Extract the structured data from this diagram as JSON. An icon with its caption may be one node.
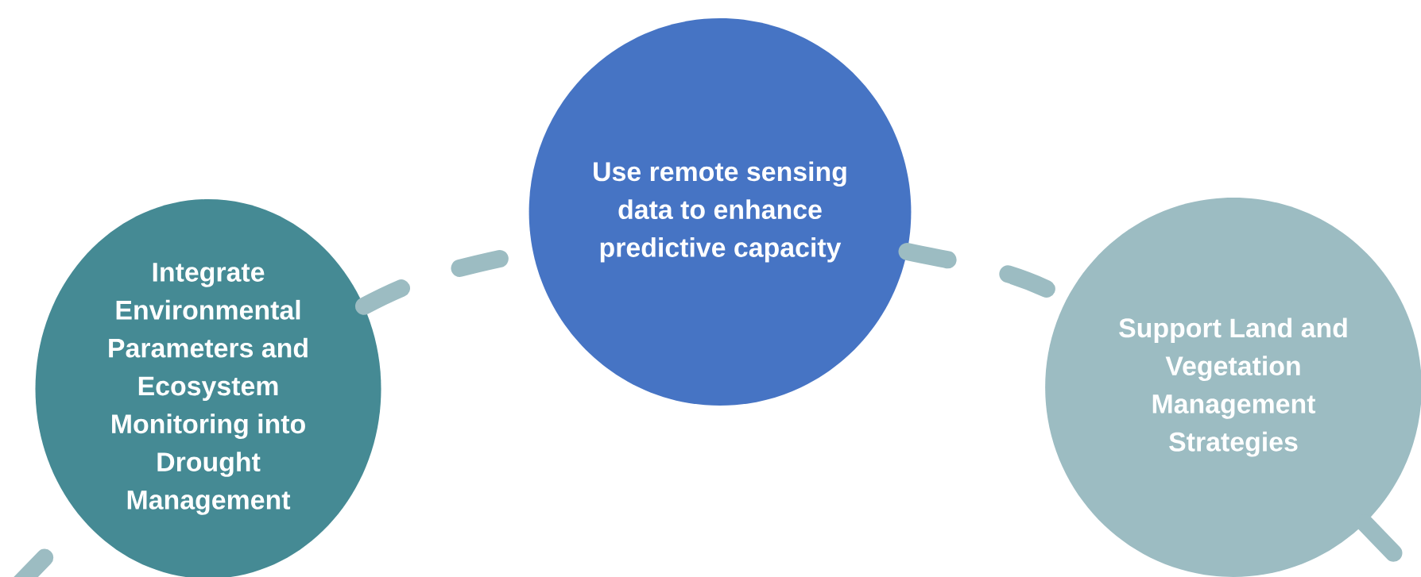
{
  "diagram": {
    "nodes": [
      {
        "text": [
          "Integrate Environmental Parameters and Ecosystem Monitoring into Drought Management"
        ]
      },
      {
        "text": [
          "Use remote sensing data to enhance predictive capacity"
        ]
      },
      {
        "text": [
          "Support Land and Vegetation Management Strategies"
        ]
      }
    ],
    "edges": [
      {
        "from": null,
        "to": 0,
        "arrow": "none",
        "style": "dashed"
      },
      {
        "from": 0,
        "to": 1,
        "arrow": "none",
        "style": "dashed"
      },
      {
        "from": 1,
        "to": 2,
        "arrow": "none",
        "style": "dashed"
      },
      {
        "from": 2,
        "to": null,
        "arrow": "none",
        "style": "dashed"
      }
    ]
  }
}
